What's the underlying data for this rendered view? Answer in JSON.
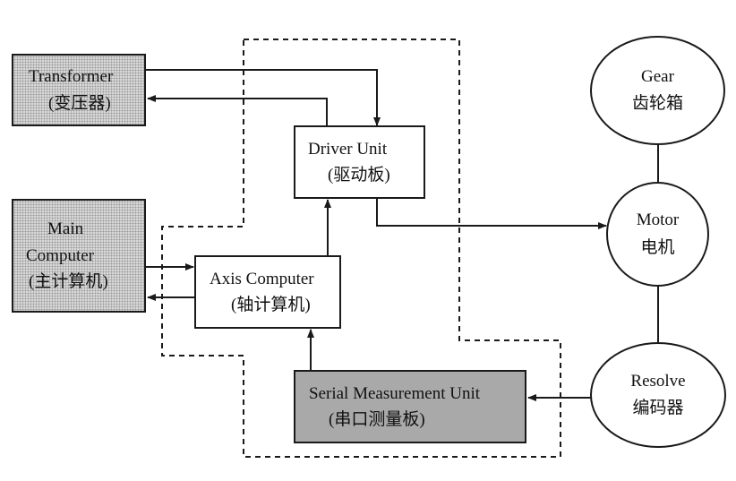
{
  "nodes": {
    "transformer": {
      "label": "Transformer",
      "sublabel": "(变压器)"
    },
    "main_computer": {
      "label1": "Main",
      "label2": "Computer",
      "sublabel": "(主计算机)"
    },
    "driver_unit": {
      "label": "Driver Unit",
      "sublabel": "(驱动板)"
    },
    "axis_computer": {
      "label": "Axis Computer",
      "sublabel": "(轴计算机)"
    },
    "serial_measurement_unit": {
      "label": "Serial Measurement Unit",
      "sublabel": "(串口测量板)"
    },
    "gear": {
      "label": "Gear",
      "sublabel": "齿轮箱"
    },
    "motor": {
      "label": "Motor",
      "sublabel": "电机"
    },
    "resolve": {
      "label": "Resolve",
      "sublabel": "编码器"
    }
  },
  "colors": {
    "stroke": "#1a1a1a",
    "serial_fill": "#a9a9a9",
    "hatch_fill": "#d8d8d8"
  }
}
